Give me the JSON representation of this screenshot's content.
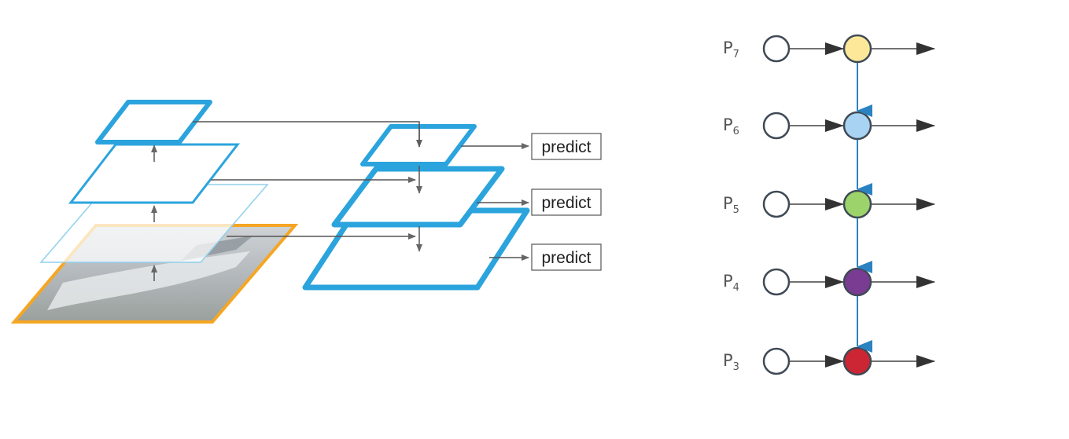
{
  "fpn": {
    "predict_labels": [
      "predict",
      "predict",
      "predict"
    ]
  },
  "chain": {
    "levels": [
      {
        "prefix": "P",
        "sub": "7",
        "color": "#fde89a"
      },
      {
        "prefix": "P",
        "sub": "6",
        "color": "#a9d3f2"
      },
      {
        "prefix": "P",
        "sub": "5",
        "color": "#9cd36b"
      },
      {
        "prefix": "P",
        "sub": "4",
        "color": "#7a3b93"
      },
      {
        "prefix": "P",
        "sub": "3",
        "color": "#cc2533"
      }
    ]
  },
  "colors": {
    "pyramid_blue": "#2ba4dd",
    "image_frame_orange": "#f5a623",
    "arrow_gray": "#666666",
    "topdown_arrow_blue": "#2a82c0"
  }
}
